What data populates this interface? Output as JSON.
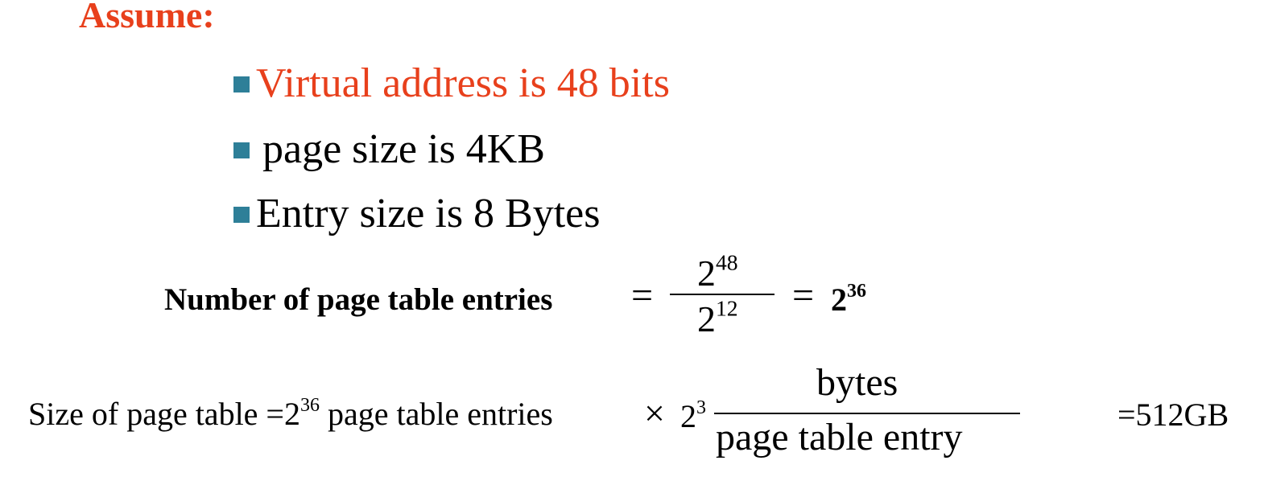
{
  "heading": "Assume:",
  "bullets": [
    {
      "text": "Virtual address is 48 bits"
    },
    {
      "text": "page size is 4KB"
    },
    {
      "text": "Entry size is 8 Bytes"
    }
  ],
  "formula1": {
    "label": "Number of page table entries",
    "equals": "=",
    "numerator_base": "2",
    "numerator_exp": "48",
    "denominator_base": "2",
    "denominator_exp": "12",
    "result_prefix": "=",
    "result_base": "2",
    "result_exp": "36"
  },
  "formula2": {
    "label_prefix": "Size of page table =2",
    "label_exp": "36",
    "label_suffix": " page table entries",
    "times": "×",
    "factor_base": "2",
    "factor_exp": "3",
    "fraction_numerator": "bytes",
    "fraction_denominator": "page table entry",
    "result": "=512GB"
  },
  "colors": {
    "accent": "#e8401c",
    "bullet": "#2e7f98"
  }
}
